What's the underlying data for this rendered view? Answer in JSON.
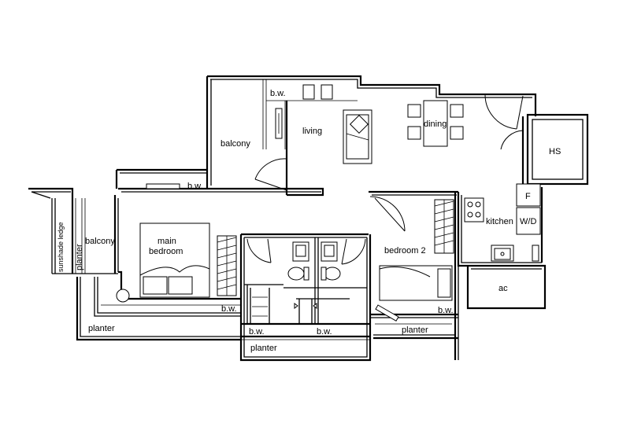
{
  "labels": {
    "bw_top": "b.w.",
    "balcony_top": "balcony",
    "living": "living",
    "dining": "dining",
    "hs": "HS",
    "bw_left": "b.w.",
    "f": "F",
    "wd": "W/D",
    "kitchen": "kitchen",
    "sunshade": "sunshade ledge",
    "planter_v": "planter",
    "balcony_left": "balcony",
    "main_bedroom_1": "main",
    "main_bedroom_2": "bedroom",
    "bedroom2": "bedroom 2",
    "ac": "ac",
    "bw_main": "b.w.",
    "bw_br2": "b.w.",
    "planter_left": "planter",
    "bw_bath1": "b.w.",
    "bw_bath2": "b.w.",
    "planter_right": "planter",
    "planter_bottom": "planter"
  }
}
